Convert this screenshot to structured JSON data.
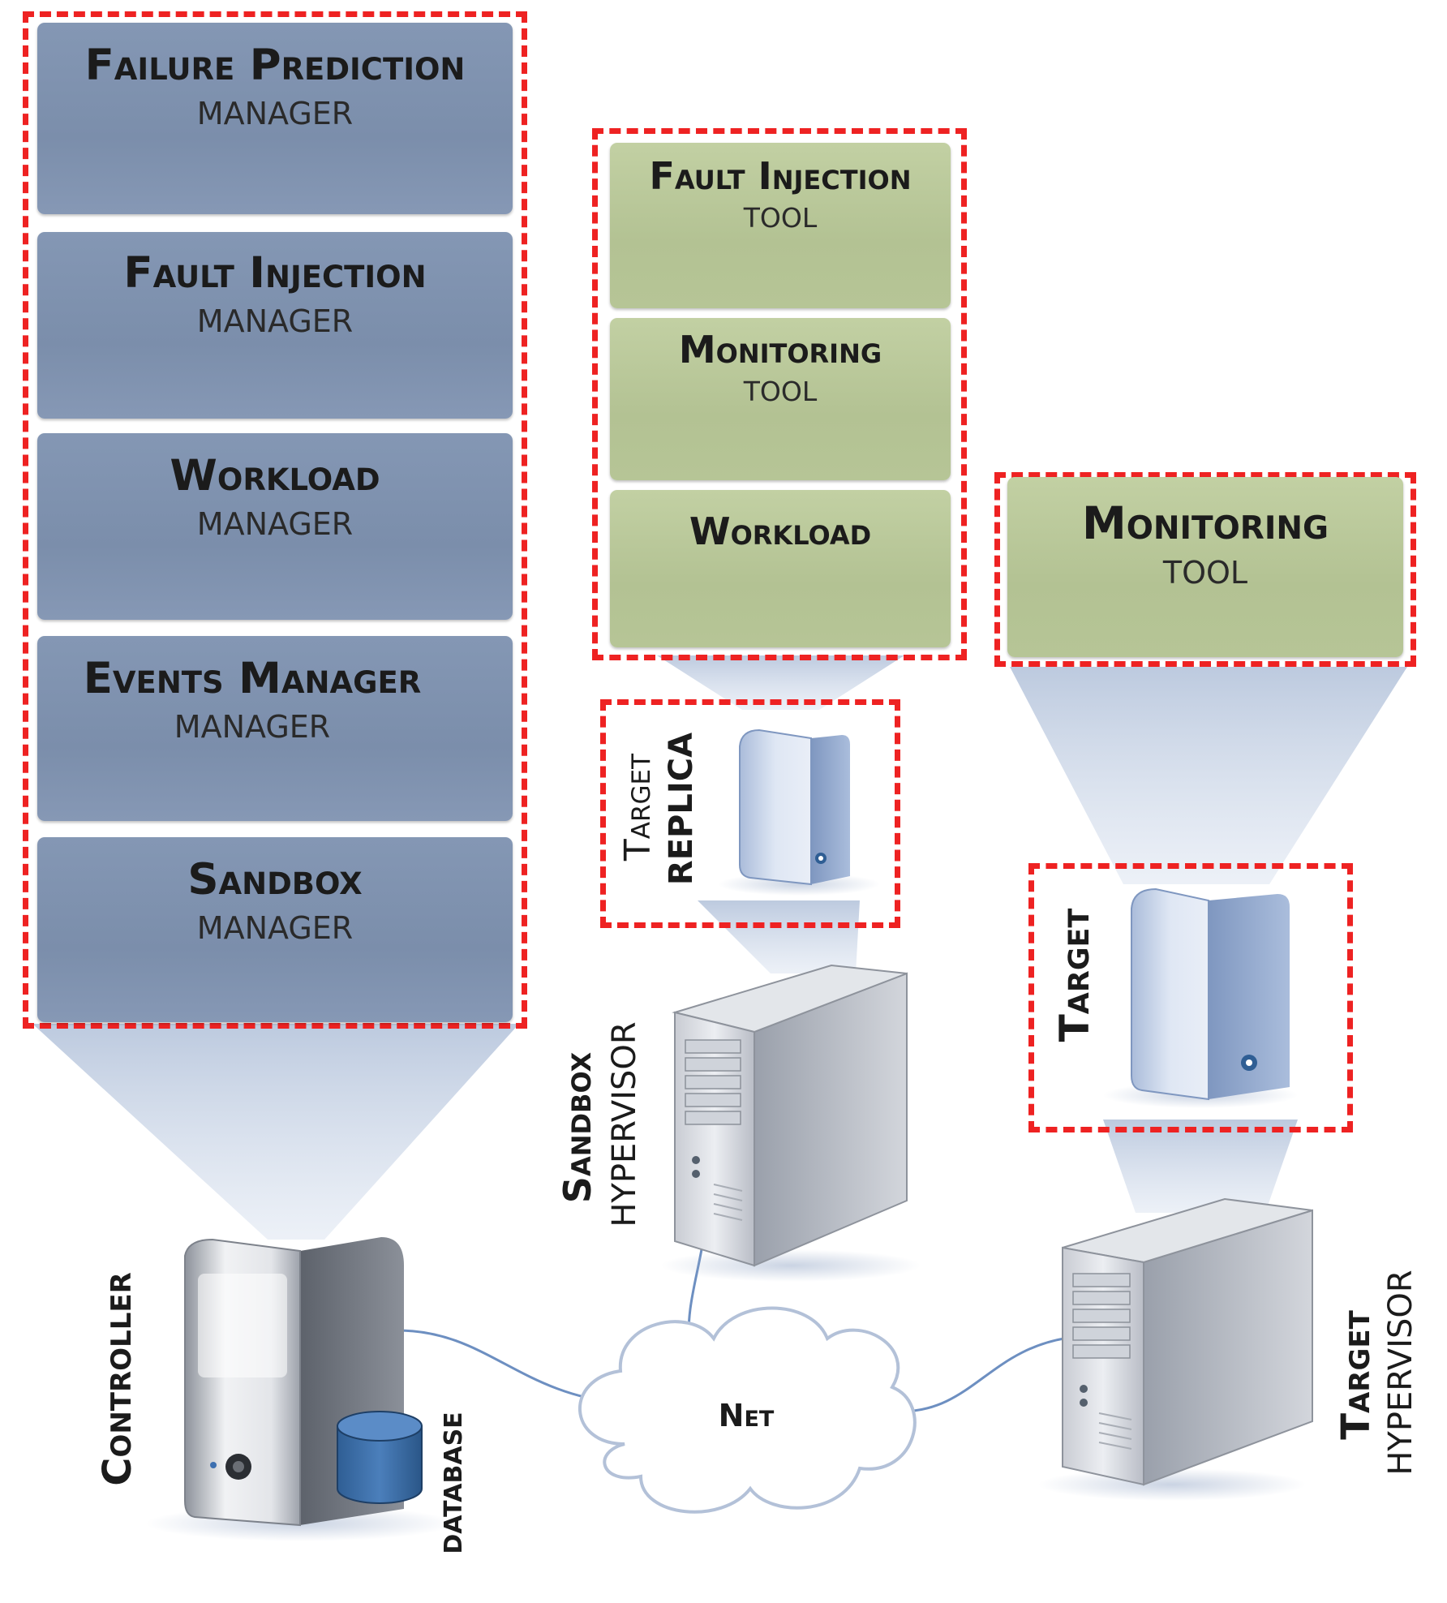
{
  "managers": [
    {
      "title": "Failure Prediction",
      "subtitle": "MANAGER"
    },
    {
      "title": "Fault Injection",
      "subtitle": "MANAGER"
    },
    {
      "title": "Workload",
      "subtitle": "MANAGER"
    },
    {
      "title": "Events Manager",
      "subtitle": "MANAGER"
    },
    {
      "title": "Sandbox",
      "subtitle": "MANAGER"
    }
  ],
  "sandbox_tools": [
    {
      "title": "Fault Injection",
      "subtitle": "TOOL"
    },
    {
      "title": "Monitoring",
      "subtitle": "TOOL"
    },
    {
      "title": "Workload",
      "subtitle": ""
    }
  ],
  "target_tool": {
    "title": "Monitoring",
    "subtitle": "TOOL"
  },
  "labels": {
    "target_replica_line1": "Target",
    "target_replica_line2": "REPLICA",
    "target": "Target",
    "sandbox": "Sandbox",
    "hypervisor": "HYPERVISOR",
    "target_hv": "Target",
    "target_hypervisor": "HYPERVISOR",
    "controller": "Controller",
    "database": "DATABASE",
    "net": "Net"
  },
  "colors": {
    "dash": "#ee2222",
    "manager_block": "#7f92af",
    "tool_block": "#b8c697",
    "beam": "#c9d4e6"
  }
}
